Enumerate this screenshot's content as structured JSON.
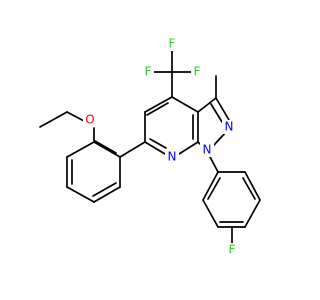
{
  "molecule": {
    "atoms": [
      {
        "id": "F1",
        "label": "F",
        "color": "#33cc33"
      },
      {
        "id": "F2",
        "label": "F",
        "color": "#33cc33"
      },
      {
        "id": "F3",
        "label": "F",
        "color": "#33cc33"
      },
      {
        "id": "N1",
        "label": "N",
        "color": "#0000ff"
      },
      {
        "id": "N2",
        "label": "N",
        "color": "#0000ff"
      },
      {
        "id": "N3",
        "label": "N",
        "color": "#0000ff"
      },
      {
        "id": "O1",
        "label": "O",
        "color": "#ff0000"
      },
      {
        "id": "F4",
        "label": "F",
        "color": "#33cc33"
      }
    ]
  }
}
